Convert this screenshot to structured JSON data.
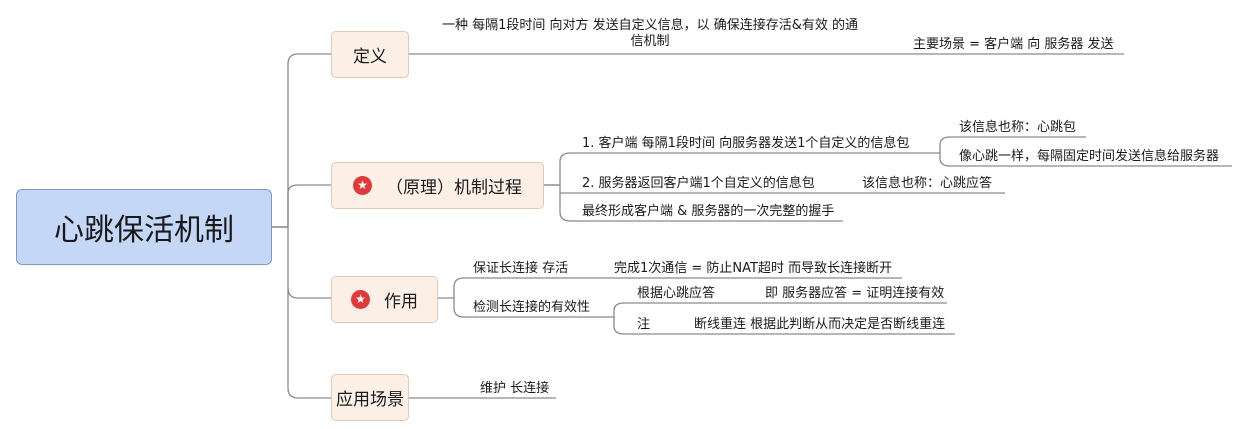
{
  "root": {
    "label": "心跳保活机制"
  },
  "branches": {
    "definition": {
      "label": "定义",
      "text_line1": "一种 每隔1段时间 向对方 发送自定义信息，以 确保连接存活&有效 的通",
      "text_line2": "信机制",
      "scenario": "主要场景 = 客户端 向 服务器 发送"
    },
    "mechanism": {
      "label": "（原理）机制过程",
      "step1": "1. 客户端 每隔1段时间 向服务器发送1个自定义的信息包",
      "step1_a": "该信息也称：心跳包",
      "step1_b": "像心跳一样，每隔固定时间发送信息给服务器",
      "step2": "2. 服务器返回客户端1个自定义的信息包",
      "step2_a": "该信息也称：心跳应答",
      "final": "最终形成客户端 & 服务器的一次完整的握手"
    },
    "function": {
      "label": "作用",
      "keep_alive": "保证长连接 存活",
      "keep_alive_detail": "完成1次通信 = 防止NAT超时 而导致长连接断开",
      "detect": "检测长连接的有效性",
      "detect_a": "根据心跳应答",
      "detect_a_detail": "即 服务器应答 = 证明连接有效",
      "detect_b": "注",
      "detect_b_detail": "断线重连 根据此判断从而决定是否断线重连"
    },
    "usage": {
      "label": "应用场景",
      "item": "维护 长连接"
    }
  },
  "colors": {
    "line": "#8a8a8a",
    "root_fill": "#c5d7f6",
    "node_fill": "#fcefe6",
    "star": "#dd3b3b"
  },
  "icons": {
    "priority": "star-icon"
  }
}
